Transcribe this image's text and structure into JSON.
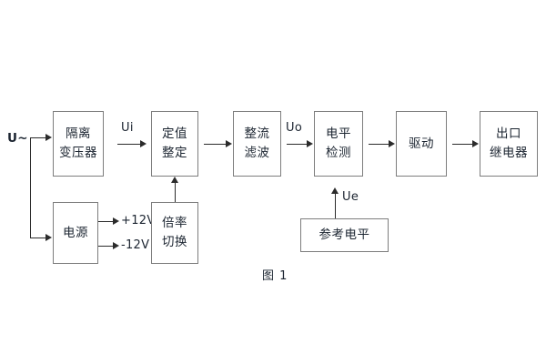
{
  "figure": {
    "caption": "图 1",
    "background": "#ffffff",
    "box_border_color": "#7d7d7d",
    "connector_color": "#2b2b2b",
    "text_color": "#1b2430"
  },
  "input": {
    "source_label": "U~"
  },
  "blocks": [
    {
      "id": "isolation-transformer",
      "line1": "隔离",
      "line2": "变压器"
    },
    {
      "id": "setting-adjust",
      "line1": "定值",
      "line2": "整定"
    },
    {
      "id": "rectify-filter",
      "line1": "整流",
      "line2": "滤波"
    },
    {
      "id": "level-detect",
      "line1": "电平",
      "line2": "检测"
    },
    {
      "id": "drive",
      "line1": "驱动",
      "line2": ""
    },
    {
      "id": "output-relay",
      "line1": "出口",
      "line2": "继电器"
    },
    {
      "id": "power-supply",
      "line1": "电源",
      "line2": ""
    },
    {
      "id": "multiplier-switch",
      "line1": "倍率",
      "line2": "切换"
    },
    {
      "id": "reference-level",
      "line1": "参考电平",
      "line2": ""
    }
  ],
  "signals": {
    "ui": "Ui",
    "uo": "Uo",
    "ue": "Ue",
    "rail_positive": "+12V",
    "rail_negative": "-12V"
  }
}
